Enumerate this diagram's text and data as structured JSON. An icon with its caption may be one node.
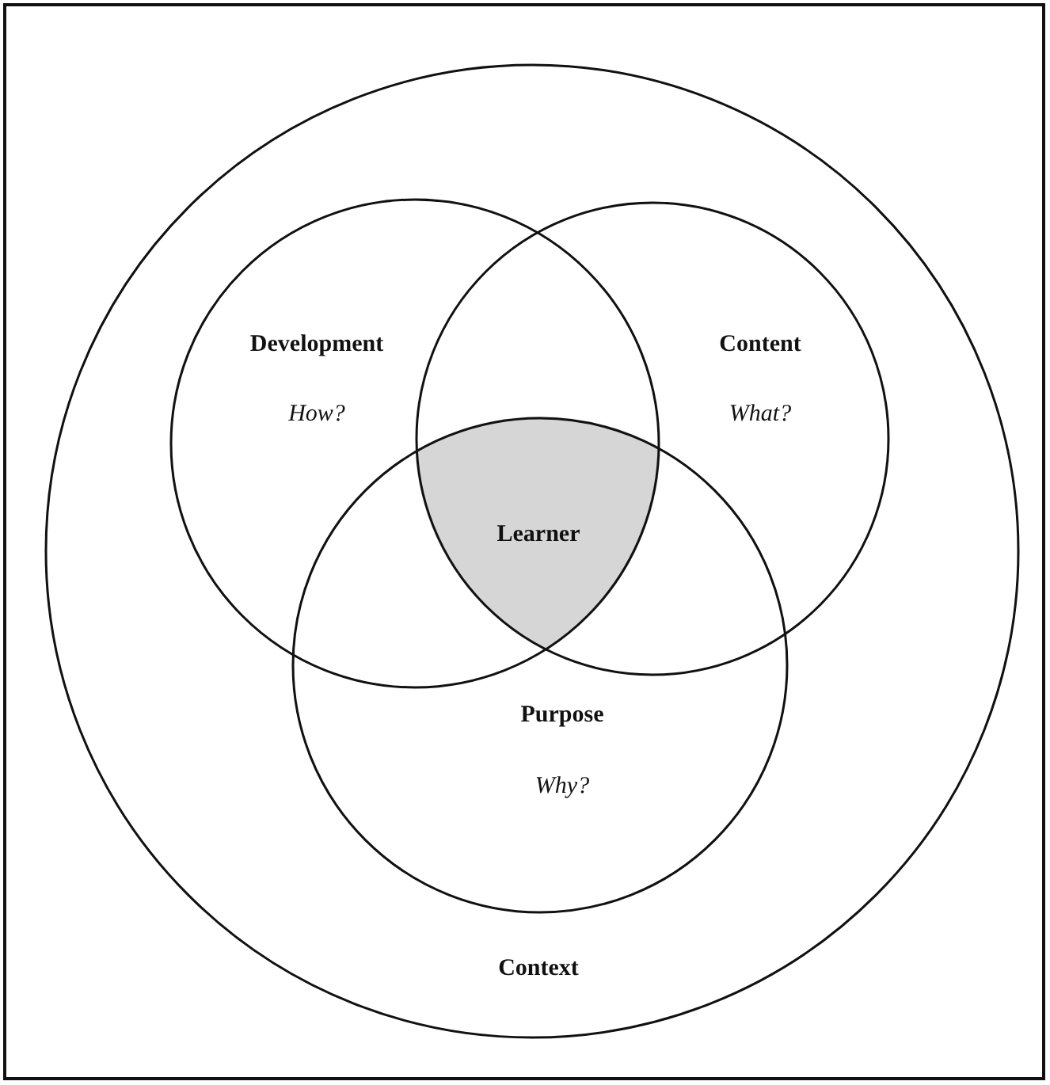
{
  "diagram": {
    "nodes": [
      {
        "text": [
          "Context"
        ]
      },
      {
        "text": [
          "Development",
          "How?"
        ],
        "in": 0
      },
      {
        "text": [
          "Content",
          "What?"
        ],
        "in": 0
      },
      {
        "text": [
          "Purpose",
          "Why?"
        ],
        "in": 0
      },
      {
        "text": [
          "Learner"
        ]
      }
    ]
  }
}
